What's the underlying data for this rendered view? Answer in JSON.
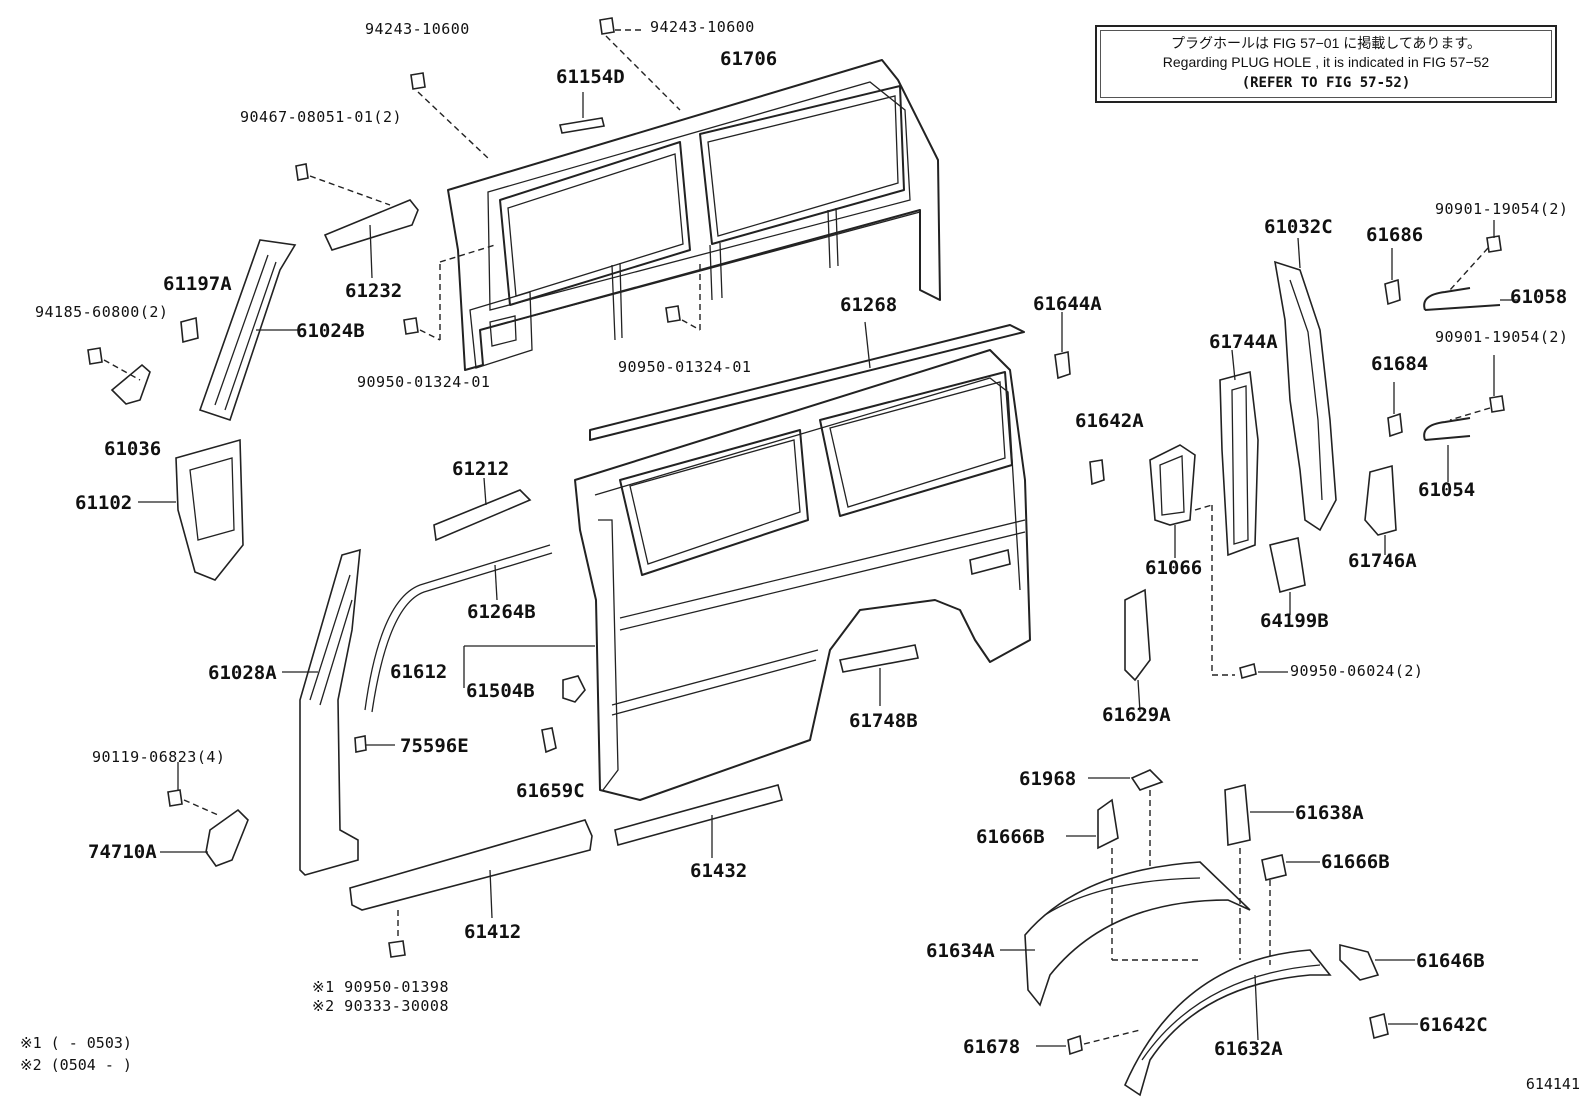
{
  "note": {
    "line1": "プラグホールは FIG 57−01 に掲載してあります。",
    "line2": "Regarding  PLUG  HOLE , it is indicated in  FIG  57−52",
    "line3": "(REFER TO FIG 57-52)"
  },
  "labels": [
    "94243-10600",
    "94243-10600",
    "61154D",
    "61706",
    "90467-08051-01(2)",
    "61232",
    "61197A",
    "94185-60800(2)",
    "61024B",
    "61036",
    "61102",
    "90950-01324-01",
    "90950-01324-01",
    "61268",
    "61212",
    "61264B",
    "61612",
    "61504B",
    "61028A",
    "75596E",
    "61659C",
    "90119-06823(4)",
    "74710A",
    "61432",
    "61412",
    "61748B",
    "※1 90950-01398",
    "※2 90333-30008",
    "61644A",
    "61642A",
    "61744A",
    "61032C",
    "61686",
    "90901-19054(2)",
    "61058",
    "90901-19054(2)",
    "61684",
    "61054",
    "61746A",
    "61066",
    "64199B",
    "90950-06024(2)",
    "61629A",
    "61968",
    "61666B",
    "61638A",
    "61666B",
    "61634A",
    "61646B",
    "61642C",
    "61678",
    "61632A"
  ],
  "footnotes": [
    "※1 (      - 0503)",
    "※2 (0504 -      )"
  ],
  "figure_id": "614141"
}
